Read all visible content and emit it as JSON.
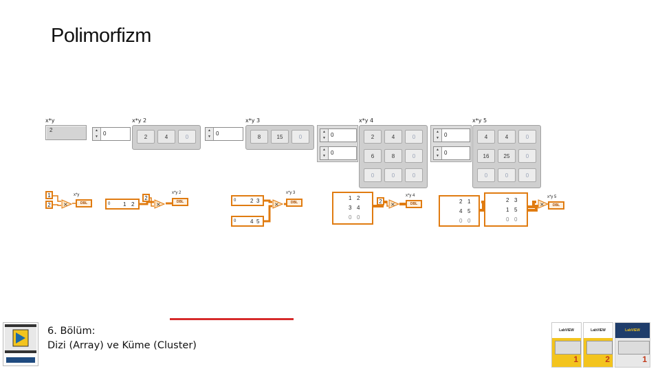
{
  "title": "Polimorfizm",
  "front_panel": {
    "groups": [
      {
        "label": "x*y",
        "indicator_value": "2"
      },
      {
        "label": "x*y 2",
        "control_value": "0",
        "cells": [
          "2",
          "4",
          "0"
        ]
      },
      {
        "label": "x*y 3",
        "control_value": "0",
        "cells": [
          "8",
          "15",
          "0"
        ]
      },
      {
        "label": "x*y 4",
        "controls": [
          "0",
          "0"
        ],
        "cells": [
          [
            "2",
            "4",
            "0"
          ],
          [
            "6",
            "8",
            "0"
          ],
          [
            "0",
            "0",
            "0"
          ]
        ]
      },
      {
        "label": "x*y 5",
        "controls": [
          "0",
          "0"
        ],
        "cells": [
          [
            "4",
            "4",
            "0"
          ],
          [
            "16",
            "25",
            "0"
          ],
          [
            "0",
            "0",
            "0"
          ]
        ]
      }
    ]
  },
  "block_diagram": {
    "terminal_label": "DBL",
    "items": [
      {
        "label": "x*y",
        "inputs": [
          "1",
          "2"
        ]
      },
      {
        "label": "x*y 2",
        "array": [
          "1",
          "2"
        ],
        "scalar": "2",
        "index": "0"
      },
      {
        "label": "x*y 3",
        "arrays": [
          [
            "2",
            "3"
          ],
          [
            "4",
            "5"
          ]
        ],
        "index": "0"
      },
      {
        "label": "x*y 4",
        "matrix": [
          [
            "1",
            "2"
          ],
          [
            "3",
            "4"
          ],
          [
            "0",
            "0"
          ]
        ],
        "scalar": "2"
      },
      {
        "label": "x*y 5",
        "matrix_a": [
          [
            "2",
            "1"
          ],
          [
            "4",
            "5"
          ],
          [
            "0",
            "0"
          ]
        ],
        "matrix_b": [
          [
            "2",
            "3"
          ],
          [
            "1",
            "5"
          ],
          [
            "0",
            "0"
          ]
        ]
      }
    ]
  },
  "footer": {
    "line1": "6. Bölüm:",
    "line2": "Dizi (Array) ve Küme (Cluster)"
  },
  "books": [
    {
      "brand": "LabVIEW",
      "number": "1"
    },
    {
      "brand": "LabVIEW",
      "number": "2"
    },
    {
      "brand": "LabVIEW",
      "number": "1"
    }
  ],
  "colors": {
    "accent": "#e07b10",
    "footer_line": "#d62b2b"
  }
}
